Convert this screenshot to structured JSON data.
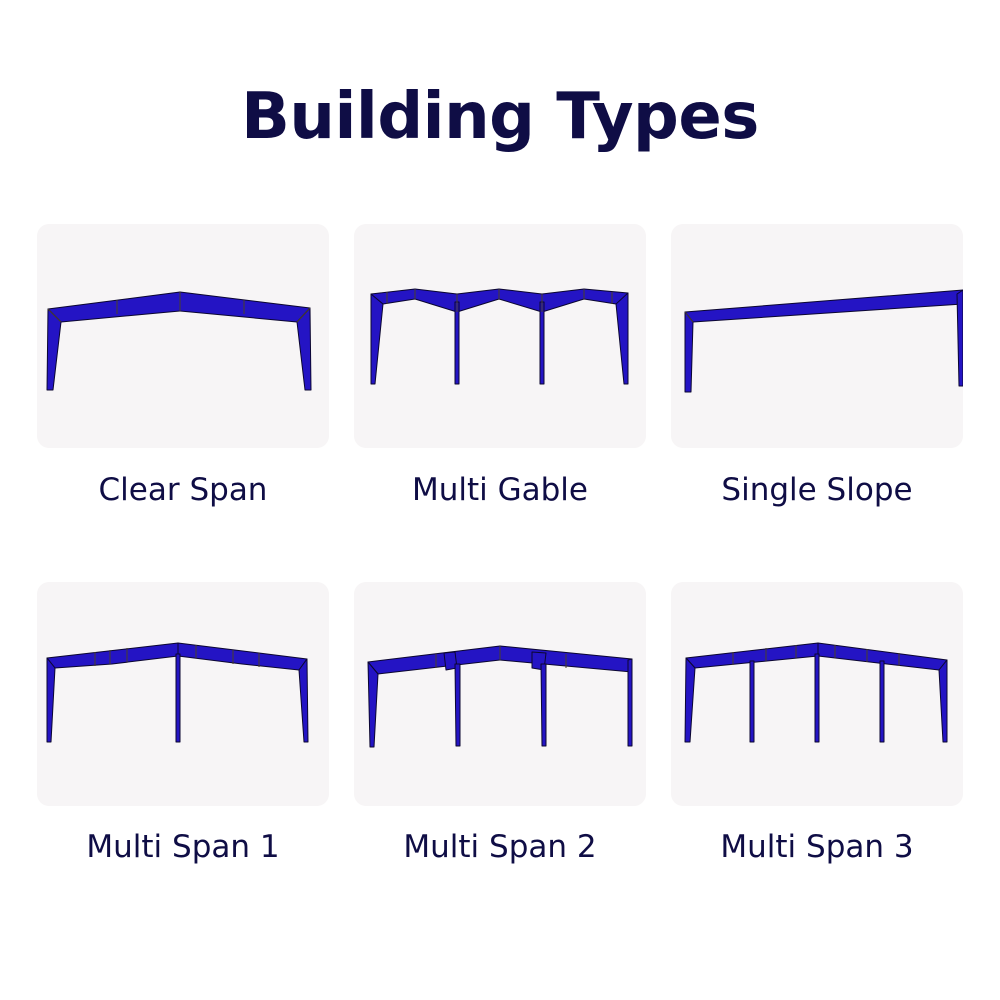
{
  "title": "Building Types",
  "colors": {
    "title_text": "#0f0d45",
    "label_text": "#0f0d45",
    "card_background": "#f7f5f6",
    "frame_fill": "#2414c4",
    "frame_stroke": "#0b0630",
    "joint_line": "#4a3f2a"
  },
  "building_types": [
    {
      "label": "Clear Span",
      "frame": "clear-span"
    },
    {
      "label": "Multi Gable",
      "frame": "multi-gable"
    },
    {
      "label": "Single Slope",
      "frame": "single-slope"
    },
    {
      "label": "Multi Span 1",
      "frame": "multi-span-1"
    },
    {
      "label": "Multi Span 2",
      "frame": "multi-span-2"
    },
    {
      "label": "Multi Span 3",
      "frame": "multi-span-3"
    }
  ]
}
